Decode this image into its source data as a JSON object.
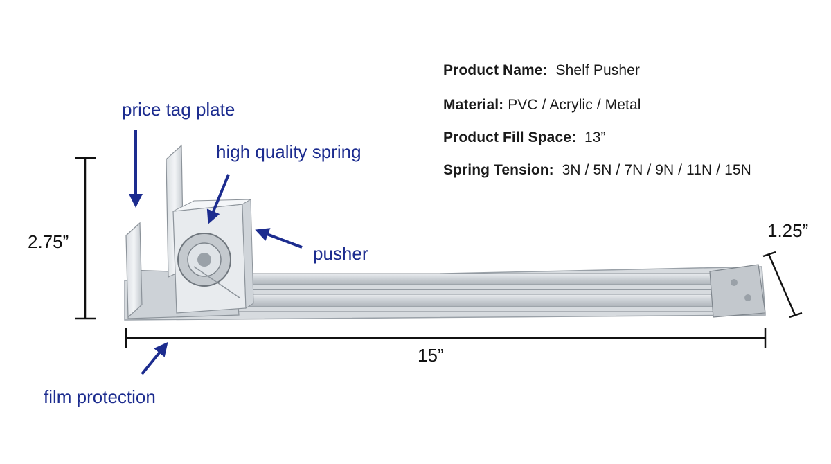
{
  "specs": [
    {
      "label": "Product Name:",
      "value": "Shelf Pusher"
    },
    {
      "label": "Material:",
      "value": "PVC / Acrylic / Metal"
    },
    {
      "label": "Product Fill Space:",
      "value": "13”"
    },
    {
      "label": "Spring Tension:",
      "value": "3N / 5N / 7N / 9N / 11N / 15N"
    }
  ],
  "callouts": {
    "price_tag_plate": "price tag plate",
    "high_quality_spring": "high quality spring",
    "pusher": "pusher",
    "film_protection": "film protection"
  },
  "dimensions": {
    "height": "2.75”",
    "width": "1.25”",
    "length": "15”"
  },
  "colors": {
    "callout_text": "#1c2c8f",
    "arrow": "#1c2c8f",
    "dimension": "#111111"
  }
}
